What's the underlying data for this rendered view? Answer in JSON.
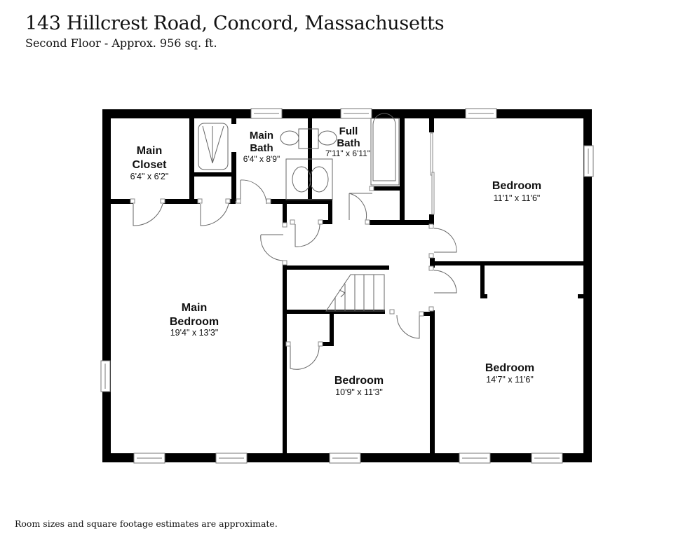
{
  "header": {
    "title": "143 Hillcrest Road, Concord, Massachusetts",
    "subtitle": "Second Floor - Approx. 956 sq. ft."
  },
  "footer": {
    "disclaimer": "Room sizes and square footage estimates are approximate."
  },
  "colors": {
    "wall": "#000000",
    "background": "#ffffff",
    "fixture_line": "#555555"
  },
  "rooms": [
    {
      "name_line1": "Main",
      "name_line2": "Closet",
      "dimensions": "6'4\" x 6'2\""
    },
    {
      "name_line1": "Main",
      "name_line2": "Bath",
      "dimensions": "6'4\" x 8'9\""
    },
    {
      "name_line1": "Full",
      "name_line2": "Bath",
      "dimensions": "7'11\" x 6'11\""
    },
    {
      "name_line1": "Bedroom",
      "name_line2": "",
      "dimensions": "11'1\" x 11'6\""
    },
    {
      "name_line1": "Main",
      "name_line2": "Bedroom",
      "dimensions": "19'4\" x 13'3\""
    },
    {
      "name_line1": "Bedroom",
      "name_line2": "",
      "dimensions": "10'9\" x 11'3\""
    },
    {
      "name_line1": "Bedroom",
      "name_line2": "",
      "dimensions": "14'7\" x 11'6\""
    }
  ]
}
